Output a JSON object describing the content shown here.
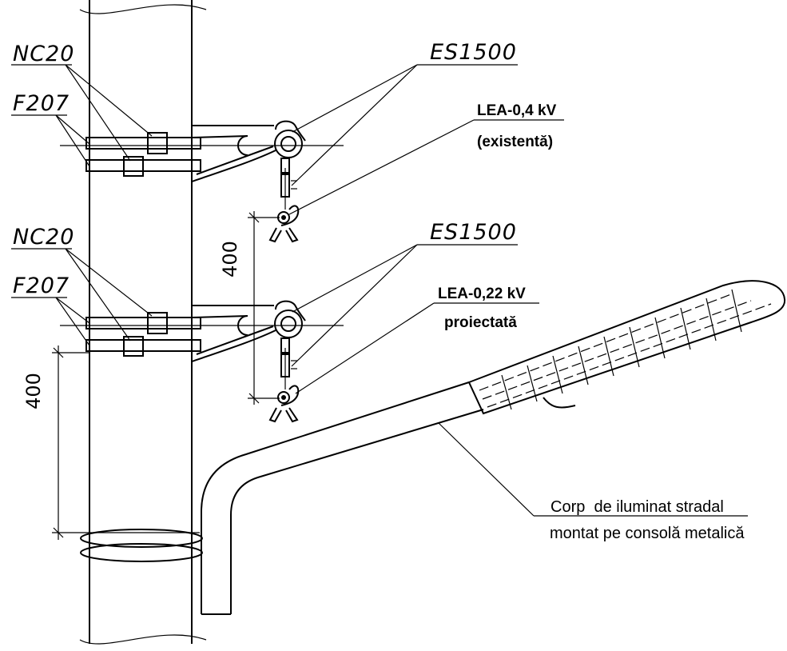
{
  "labels": {
    "clamp_top": "NC20",
    "bracket_top": "F207",
    "clamp_bottom": "NC20",
    "bracket_bottom": "F207",
    "insulator_top": "ES1500",
    "insulator_bottom": "ES1500",
    "line_top_1": "LEA-0,4 kV",
    "line_top_2": "(existentă)",
    "line_bottom_1": "LEA-0,22 kV",
    "line_bottom_2": "proiectată",
    "dim_between_lines": "400",
    "dim_to_luminaire": "400",
    "luminaire_1": "Corp  de iluminat stradal",
    "luminaire_2": "montat pe consolă metalică"
  }
}
